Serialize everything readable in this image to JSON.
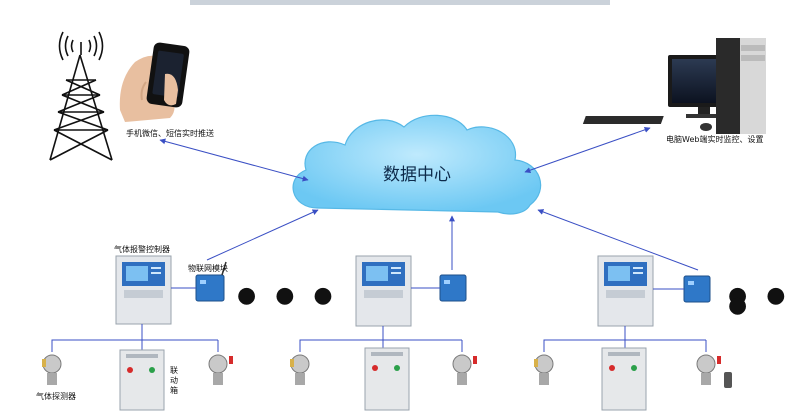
{
  "top_caption": "",
  "cloud": {
    "label": "数据中心"
  },
  "labels": {
    "phone": "手机微信、短信实时推送",
    "computer": "电脑Web端实时监控、设置",
    "controller": "气体报警控制器",
    "iot_module": "物联网模块",
    "detector": "气体探测器",
    "linkage_box": "联动箱"
  },
  "ellipsis": "● ● ●",
  "colors": {
    "cloud_fill": "#7fd3f7",
    "cloud_stroke": "#5bc0ec",
    "line": "#3a4fc4",
    "module_blue": "#2f78c8",
    "screen_blue": "#3b8fe0",
    "panel_grey": "#d9dde2"
  }
}
